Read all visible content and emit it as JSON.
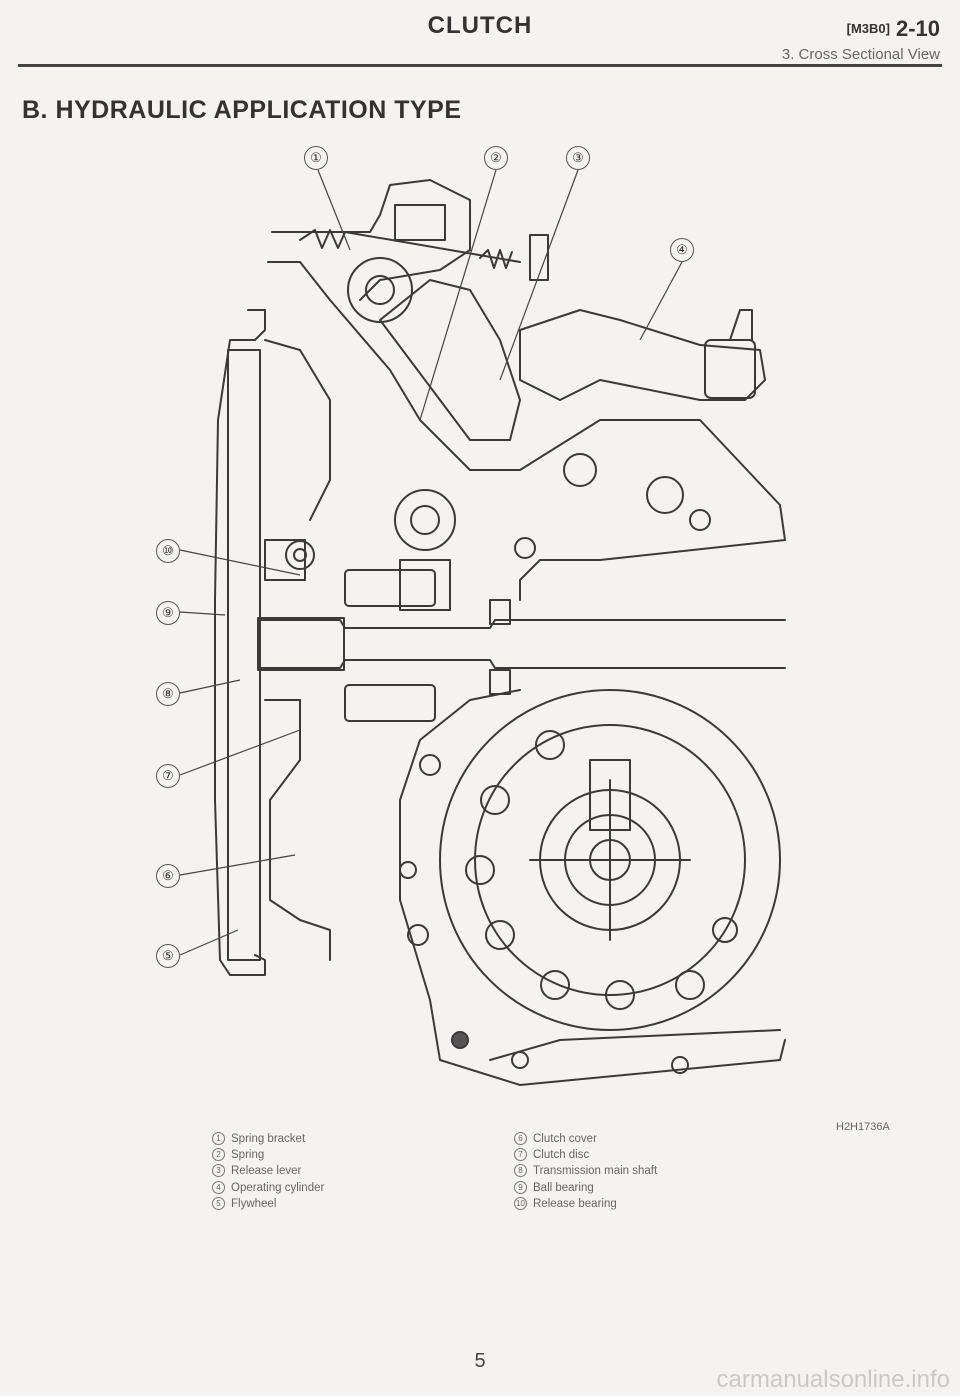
{
  "header": {
    "title": "CLUTCH",
    "code_small": "[M3B0]",
    "code": "2-10",
    "subtitle": "3. Cross Sectional View"
  },
  "section_title": "B. HYDRAULIC APPLICATION TYPE",
  "callouts": [
    "①",
    "②",
    "③",
    "④",
    "⑤",
    "⑥",
    "⑦",
    "⑧",
    "⑨",
    "⑩"
  ],
  "figure_code": "H2H1736A",
  "legend_left": [
    {
      "num": "1",
      "text": "Spring bracket"
    },
    {
      "num": "2",
      "text": "Spring"
    },
    {
      "num": "3",
      "text": "Release lever"
    },
    {
      "num": "4",
      "text": "Operating cylinder"
    },
    {
      "num": "5",
      "text": "Flywheel"
    }
  ],
  "legend_right": [
    {
      "num": "6",
      "text": "Clutch cover"
    },
    {
      "num": "7",
      "text": "Clutch disc"
    },
    {
      "num": "8",
      "text": "Transmission main shaft"
    },
    {
      "num": "9",
      "text": "Ball bearing"
    },
    {
      "num": "10",
      "text": "Release bearing"
    }
  ],
  "page_number": "5",
  "watermark": "carmanualsonline.info"
}
